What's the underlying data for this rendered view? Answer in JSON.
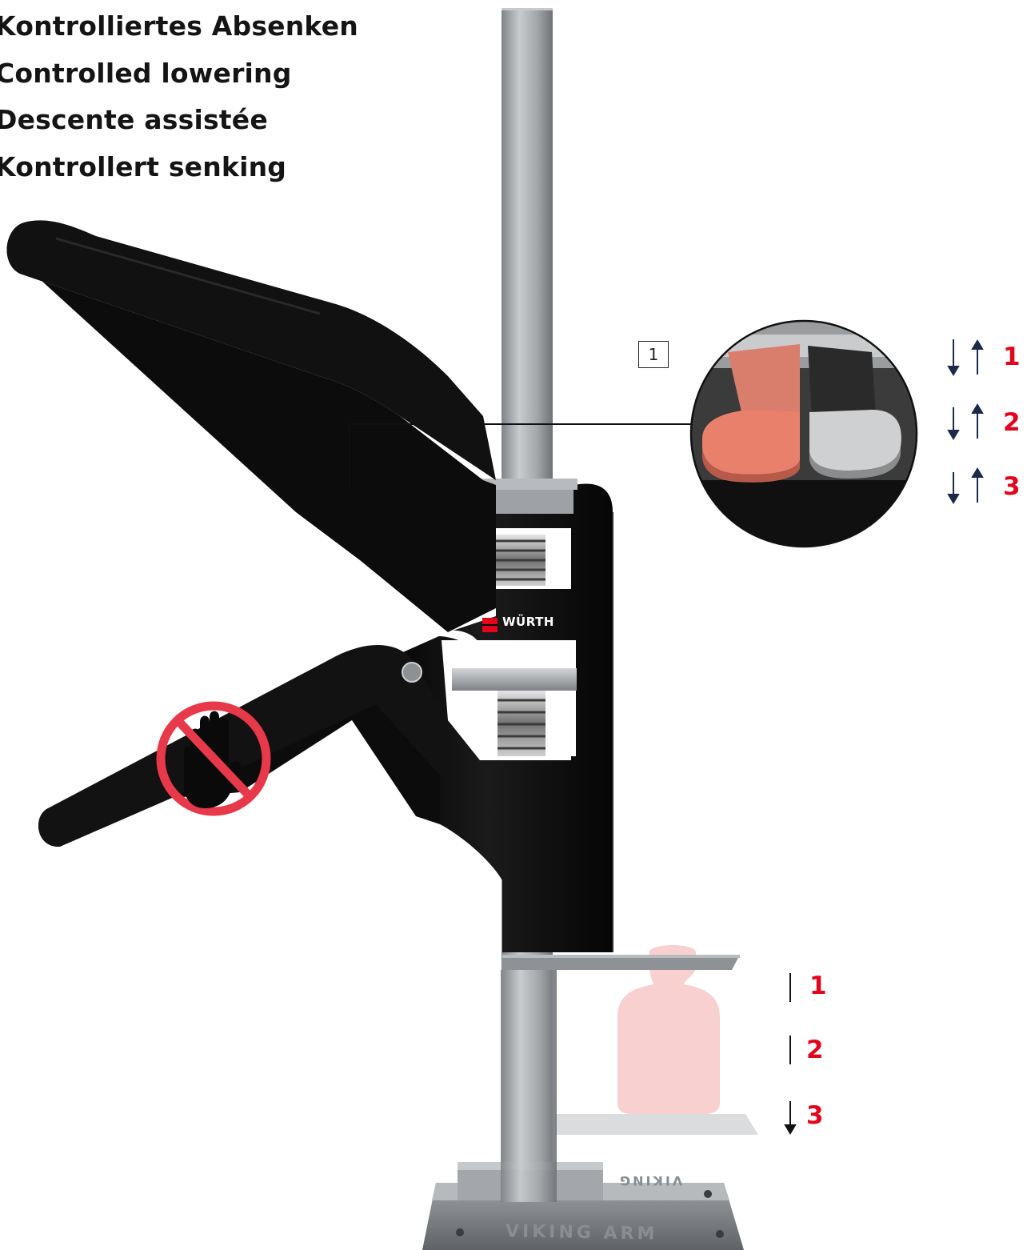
{
  "titles": {
    "de": "Kontrolliertes Absenken",
    "en": "Controlled lowering",
    "fr": "Descente assistée",
    "no": "Kontrollert senking"
  },
  "callout": {
    "label": "1"
  },
  "brand": {
    "name": "WÜRTH"
  },
  "product": {
    "name": "VIKING ARM",
    "name_mirrored": "VIKING"
  },
  "lever_steps": [
    {
      "label": "1",
      "icon": "down-up-arrows-icon"
    },
    {
      "label": "2",
      "icon": "down-up-arrows-icon"
    },
    {
      "label": "3",
      "icon": "down-up-arrows-icon"
    }
  ],
  "lowering_steps": [
    {
      "label": "1",
      "icon": "line-icon"
    },
    {
      "label": "2",
      "icon": "line-icon"
    },
    {
      "label": "3",
      "icon": "down-arrow-icon"
    }
  ],
  "colors": {
    "accent": "#e3051b",
    "tool_body": "#0d0d0d",
    "steel": "#a9adb1",
    "weight": "#f7c8c8",
    "lever_pink": "#e8806c"
  },
  "icons": {
    "no_touch": "no-hand-icon"
  }
}
